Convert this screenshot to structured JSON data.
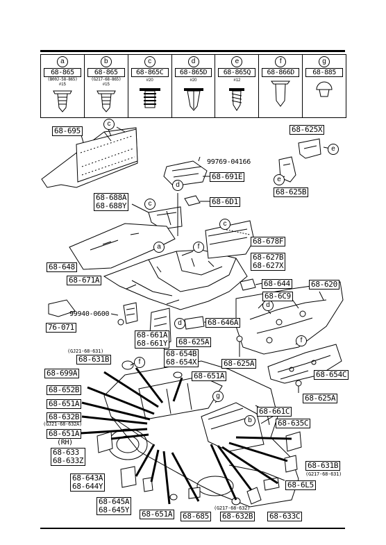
{
  "clips": [
    {
      "letter": "a",
      "part": "68-865",
      "note": "(B00J-58-865)",
      "size": "#15"
    },
    {
      "letter": "b",
      "part": "68-865",
      "note": "(G217-68-865)",
      "size": "#15"
    },
    {
      "letter": "c",
      "part": "68-865C",
      "note": "",
      "size": "#20"
    },
    {
      "letter": "d",
      "part": "68-865D",
      "note": "",
      "size": "#20"
    },
    {
      "letter": "e",
      "part": "68-865Q",
      "note": "",
      "size": "#12"
    },
    {
      "letter": "f",
      "part": "68-866D",
      "note": "",
      "size": ""
    },
    {
      "letter": "g",
      "part": "68-885",
      "note": "",
      "size": ""
    }
  ],
  "labels": {
    "p_68_695": "68-695",
    "p_99769": "99769-04166",
    "p_68_691e": "68-691E",
    "p_68_6d1": "68-6D1",
    "p_68_688a": "68-688A",
    "p_68_688y": "68-688Y",
    "p_68_678f": "68-678F",
    "p_68_627b": "68-627B",
    "p_68_627x": "68-627X",
    "p_68_648": "68-648",
    "p_68_671a": "68-671A",
    "p_68_644": "68-644",
    "p_68_620": "68-620",
    "p_68_6c9": "68-6C9",
    "p_99940": "99940-0600",
    "p_68_646a": "68-646A",
    "p_68_661a": "68-661A",
    "p_68_661y": "68-661Y",
    "p_76_071": "76-071",
    "p_68_625a_1": "68-625A",
    "p_68_654b": "68-654B",
    "p_68_654x": "68-654X",
    "p_68_625a_2": "68-625A",
    "p_68_654c": "68-654C",
    "p_68_625x": "68-625X",
    "p_68_625b": "68-625B",
    "p_gj21_631_note": "(GJ21-68-631)",
    "p_68_631b": "68-631B",
    "p_68_699a": "68-699A",
    "p_68_651a_1": "68-651A",
    "p_68_652b": "68-652B",
    "p_68_651a_2": "68-651A",
    "p_68_632b_1": "68-632B",
    "p_gj21_632a_note": "(GJ21-68-632A)",
    "p_68_651a_3": "68-651A",
    "p_rh": "(RH)",
    "p_68_633": "68-633",
    "p_68_633z": "68-633Z",
    "p_68_643a": "68-643A",
    "p_68_644y": "68-644Y",
    "p_68_645a": "68-645A",
    "p_68_645y": "68-645Y",
    "p_68_651a_4": "68-651A",
    "p_68_685": "68-685",
    "p_g217_632_note": "(G217-68-632)",
    "p_68_632b_2": "68-632B",
    "p_68_633c": "68-633C",
    "p_68_6l5": "68-6L5",
    "p_68_631b_2": "68-631B",
    "p_g217_631_note": "(G217-68-631)",
    "p_68_635c": "68-635C",
    "p_68_661c": "68-661C",
    "p_68_625a_3": "68-625A"
  },
  "callouts": {
    "c1": "c",
    "c2": "c",
    "c3": "c",
    "d1": "d",
    "d2": "d",
    "d3": "d",
    "a1": "a",
    "f1": "f",
    "f2": "f",
    "f3": "f",
    "e1": "e",
    "e2": "e",
    "b1": "b",
    "g1": "g"
  }
}
